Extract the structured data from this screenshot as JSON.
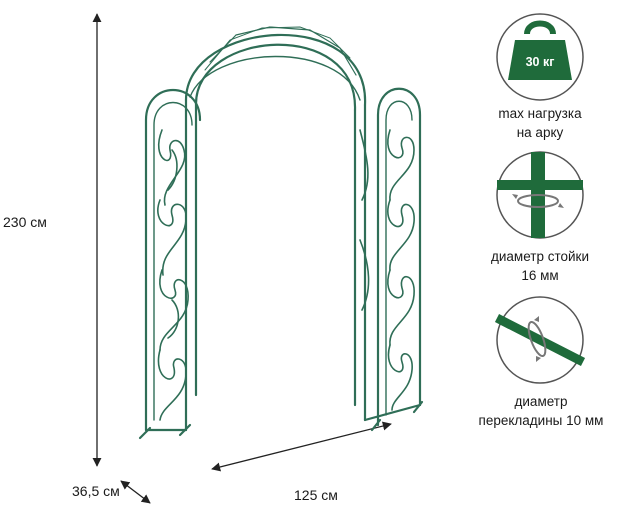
{
  "dimensions": {
    "height": "230 см",
    "width": "125 см",
    "depth": "36,5 см"
  },
  "features": [
    {
      "icon": "weight-icon",
      "badge": "30 кг",
      "caption_line1": "max нагрузка",
      "caption_line2": "на арку"
    },
    {
      "icon": "post-rotation-icon",
      "caption_line1": "диаметр стойки",
      "caption_line2": "16 мм"
    },
    {
      "icon": "crossbar-rotation-icon",
      "caption_line1": "диаметр",
      "caption_line2": "перекладины 10 мм"
    }
  ],
  "colors": {
    "frame": "#2f6e57",
    "icon_green": "#1f6b3b",
    "dimension_line": "#222222"
  }
}
